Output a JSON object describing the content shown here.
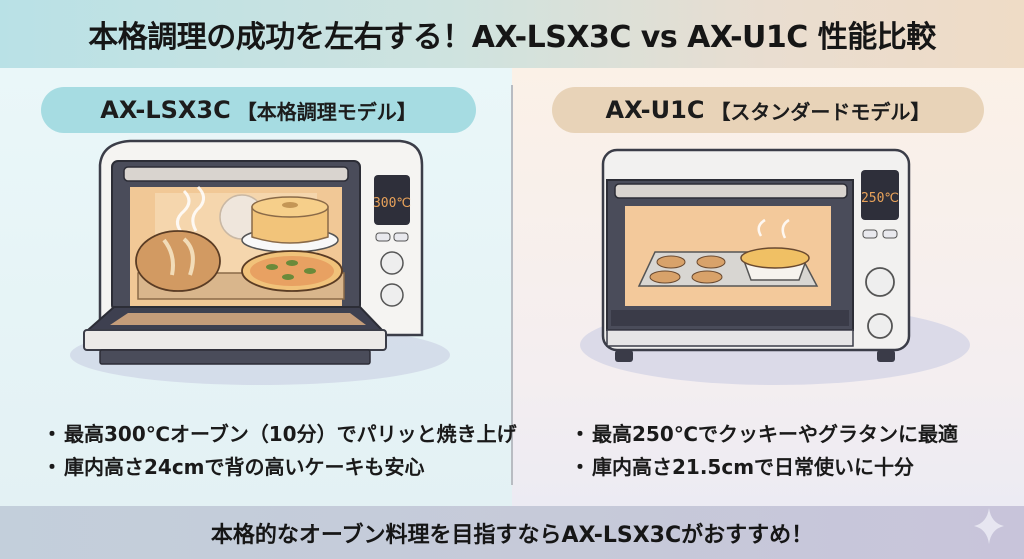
{
  "header": {
    "title": "本格調理の成功を左右する！AX-LSX3C vs AX-U1C 性能比較"
  },
  "left_panel": {
    "model": "AX-LSX3C",
    "category": "【本格調理モデル】",
    "display_temp": "300℃",
    "illustration": "oven-open-door-with-bread-chiffon-cake-pizza",
    "bullets": [
      "最高300℃オーブン（10分）でパリッと焼き上げ",
      "庫内高さ24cmで背の高いケーキも安心"
    ],
    "bullet_symbol": "・",
    "accent_color": "#a6dce2"
  },
  "right_panel": {
    "model": "AX-U1C",
    "category": "【スタンダードモデル】",
    "display_temp": "250℃",
    "illustration": "oven-closed-door-with-cookies-gratin",
    "bullets": [
      "最高250℃でクッキーやグラタンに最適",
      "庫内高さ21.5cmで日常使いに十分"
    ],
    "bullet_symbol": "・",
    "accent_color": "#e8d3b8"
  },
  "footer": {
    "text": "本格的なオーブン料理を目指すならAX-LSX3Cがおすすめ！",
    "icon": "sparkle-icon"
  }
}
